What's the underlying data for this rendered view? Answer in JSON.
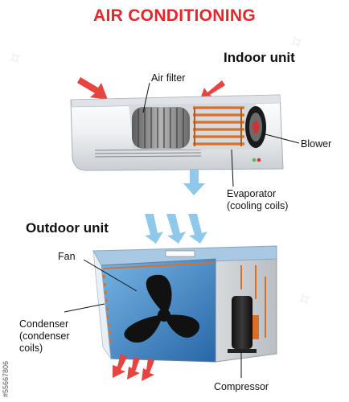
{
  "title": "AIR CONDITIONING",
  "indoor": {
    "heading": "Indoor unit",
    "labels": {
      "air_filter": "Air filter",
      "blower": "Blower",
      "evaporator": "Evaporator",
      "evaporator_sub": "(cooling coils)"
    }
  },
  "outdoor": {
    "heading": "Outdoor unit",
    "labels": {
      "fan": "Fan",
      "condenser": "Condenser",
      "condenser_sub1": "(condenser",
      "condenser_sub2": "coils)",
      "compressor": "Compressor"
    }
  },
  "stock_id": "#55667806",
  "colors": {
    "title_red": "#e5262c",
    "hot_arrow": "#e8443f",
    "cool_arrow": "#8fc8ea",
    "coil_copper": "#d9702a",
    "unit_panel": "#eef0f2",
    "fan_blue": "#2f78b8"
  }
}
